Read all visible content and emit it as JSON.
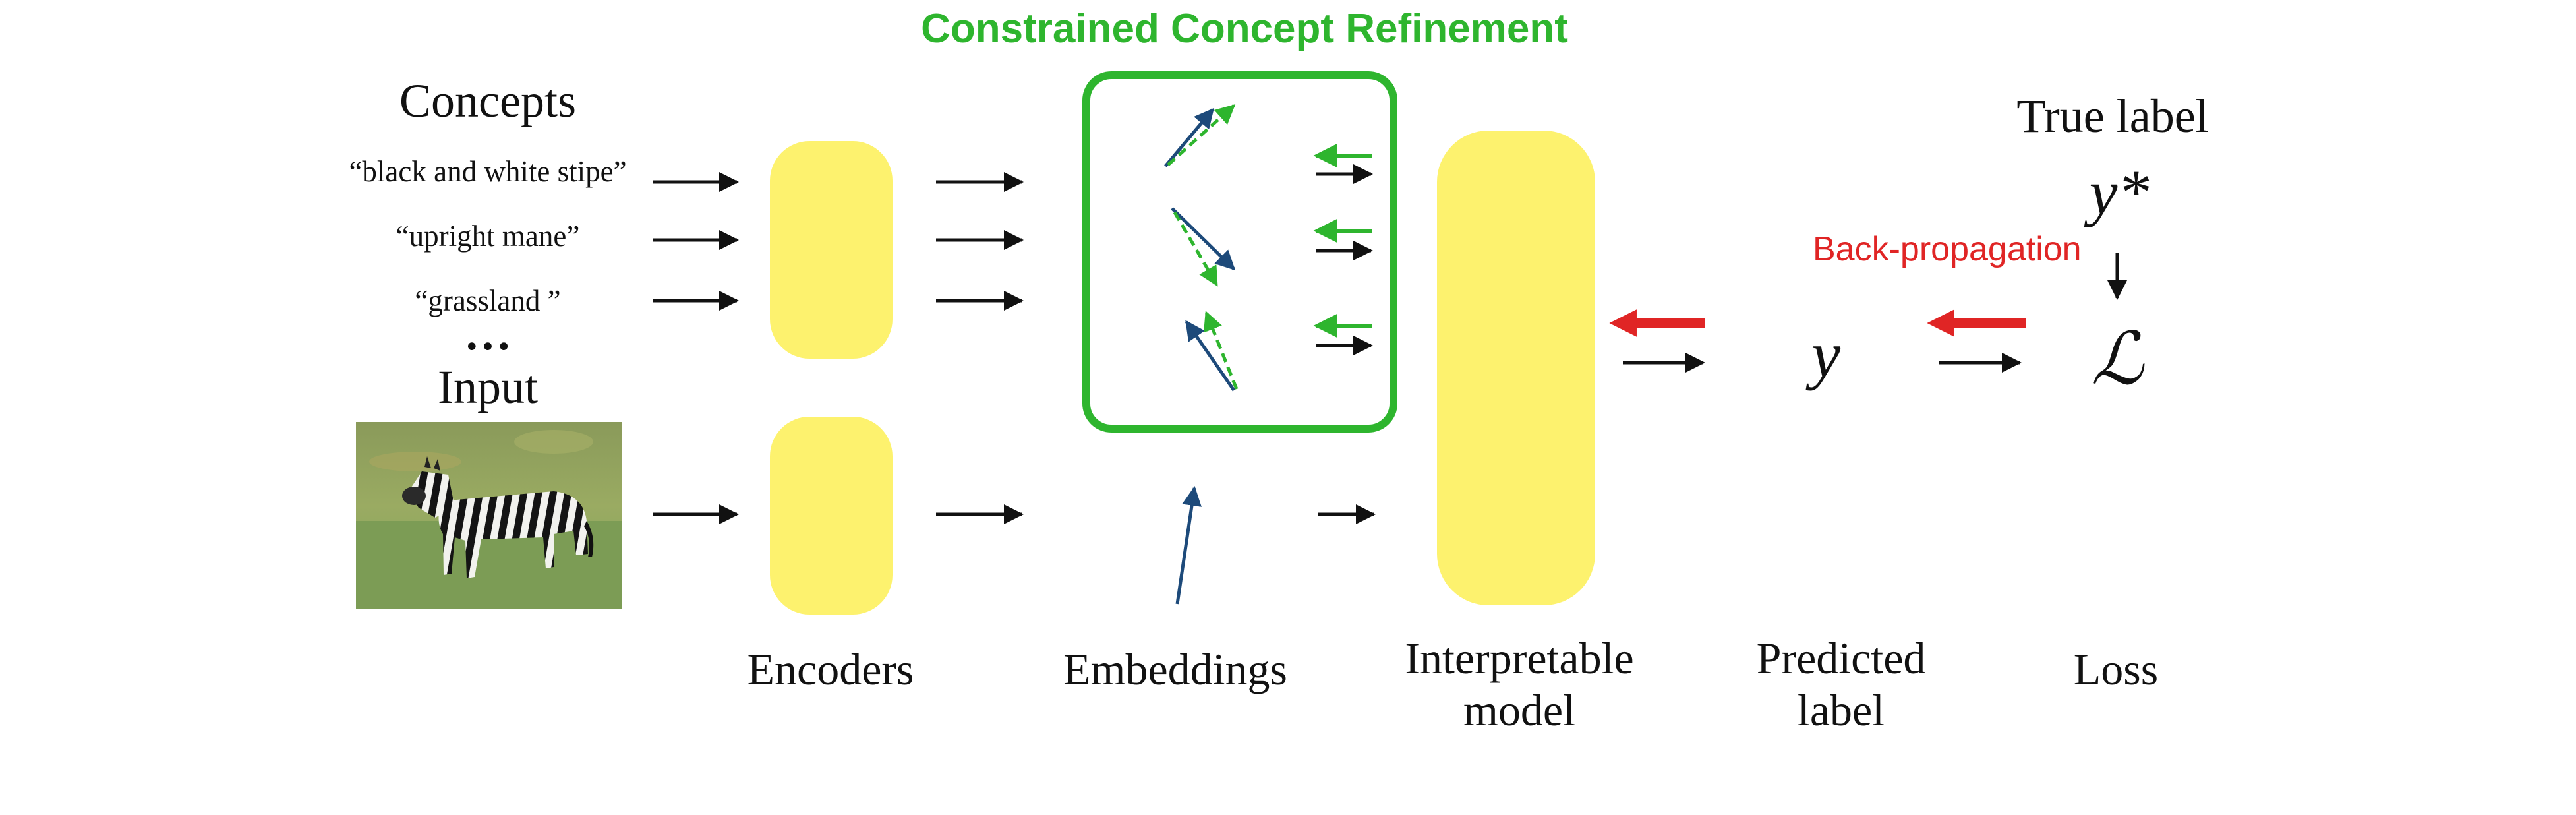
{
  "title": "Constrained Concept Refinement",
  "backprop_label": "Back-propagation",
  "concepts_heading": "Concepts",
  "concepts": [
    "“black and white stipe”",
    "“upright mane”",
    "“grassland ”"
  ],
  "ellipsis": "…",
  "input_heading": "Input",
  "true_label_heading": "True label",
  "true_label_symbol": "y*",
  "predicted_symbol": "y",
  "loss_symbol": "ℒ",
  "stage_labels": {
    "encoders": "Encoders",
    "embeddings": "Embeddings",
    "interpretable_model": [
      "Interpretable",
      "model"
    ],
    "predicted_label": [
      "Predicted",
      "label"
    ],
    "loss": "Loss"
  },
  "colors": {
    "green": "#2eb52e",
    "red": "#e02525",
    "yellow": "#fdf26e",
    "navy": "#1d4a7a",
    "black": "#111111"
  }
}
